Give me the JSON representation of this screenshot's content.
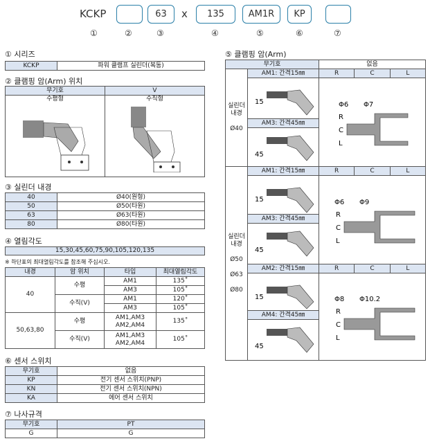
{
  "header": {
    "prefix": "KCKP",
    "boxes": [
      "",
      "63",
      "135",
      "AM1R",
      "KP",
      ""
    ],
    "times": "x",
    "nums": [
      "①",
      "②",
      "③",
      "④",
      "⑤",
      "⑥",
      "⑦"
    ]
  },
  "s1": {
    "title": "① 시리즈",
    "code": "KCKP",
    "desc": "파워 클램프 실린더(복동)"
  },
  "s2": {
    "title": "② 클램핑 암(Arm) 위치",
    "cols": [
      "무기호",
      "V"
    ],
    "types": [
      "수평형",
      "수직형"
    ]
  },
  "s3": {
    "title": "③ 실린더 내경",
    "rows": [
      [
        "40",
        "Ø40(원형)"
      ],
      [
        "50",
        "Ø50(타원)"
      ],
      [
        "63",
        "Ø63(타원)"
      ],
      [
        "80",
        "Ø80(타원)"
      ]
    ]
  },
  "s4": {
    "title": "④ 열림각도",
    "angles": "15,30,45,60,75,90,105,120,135",
    "note": "※ 하단표의 최대열림각도를 참조해 주십시오.",
    "headers": [
      "내경",
      "암 위치",
      "타입",
      "최대열림각도"
    ],
    "bore1": "40",
    "bore2": "50,63,80",
    "pos_h": "수평",
    "pos_v": "수직(V)",
    "r": [
      "AM1",
      "135˚",
      "AM3",
      "105˚",
      "AM1",
      "120˚",
      "AM3",
      "105˚",
      "AM1,AM3",
      "AM2,AM4",
      "135˚",
      "AM1,AM3",
      "AM2,AM4",
      "105˚"
    ]
  },
  "s6": {
    "title": "⑥ 센서 스위치",
    "rows": [
      [
        "무기호",
        "없음"
      ],
      [
        "KP",
        "전기 센서 스위치(PNP)"
      ],
      [
        "KN",
        "전기 센서 스위치(NPN)"
      ],
      [
        "KA",
        "에어 센서 스위치"
      ]
    ]
  },
  "s7": {
    "title": "⑦ 나사규격",
    "rows": [
      [
        "무기호",
        "PT"
      ],
      [
        "G",
        "G"
      ]
    ]
  },
  "s5": {
    "title": "⑤ 클램핑 암(Arm)",
    "h1": "무기호",
    "h2": "없음",
    "rcl": [
      "R",
      "C",
      "L"
    ],
    "g1": {
      "label": "실린더\n내경",
      "bore": "Ø40",
      "am1": "AM1: 간격15㎜",
      "am3": "AM3: 간격45㎜",
      "d1": "Φ6",
      "d2": "Φ7"
    },
    "g2": {
      "label": "실린더\n내경",
      "bores": [
        "Ø50",
        "Ø63",
        "Ø80"
      ],
      "am1": "AM1: 간격15㎜",
      "am3": "AM3: 간격45㎜",
      "am2": "AM2: 간격15㎜",
      "am4": "AM4: 간격45㎜",
      "d1": "Φ6",
      "d2": "Φ9",
      "d3": "Φ8",
      "d4": "Φ10.2"
    },
    "dim15": "15",
    "dim45": "45"
  }
}
